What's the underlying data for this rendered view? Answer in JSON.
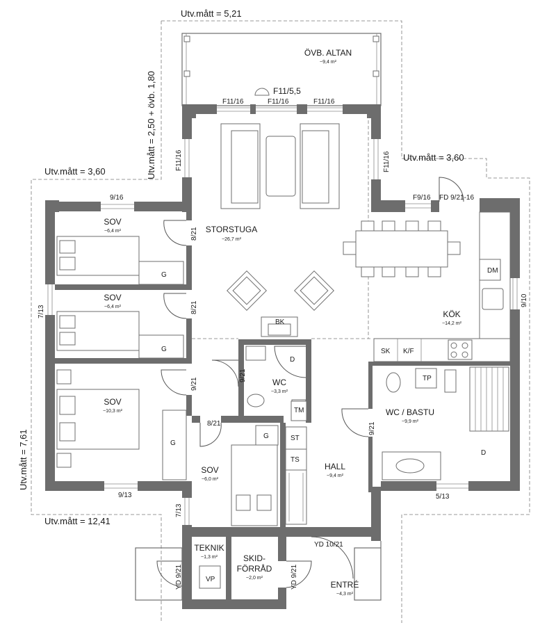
{
  "dimensions": {
    "top": "Utv.mått = 5,21",
    "left_vertical": "Utv.mått = 2,50 + övb. 1,80",
    "right_kitchen": "Utv.mått = 3,60",
    "left_wing": "Utv.mått = 3,60",
    "left_lower_vertical": "Utv.mått = 7,61",
    "bottom_left": "Utv.mått = 12,41"
  },
  "rooms": {
    "altan": {
      "name": "ÖVB. ALTAN",
      "area": "~9,4 m²"
    },
    "storstuga": {
      "name": "STORSTUGA",
      "area": "~26,7 m²"
    },
    "sov1": {
      "name": "SOV",
      "area": "~6,4 m²"
    },
    "sov2": {
      "name": "SOV",
      "area": "~6,4 m²"
    },
    "sov3": {
      "name": "SOV",
      "area": "~10,3 m²"
    },
    "sov4": {
      "name": "SOV",
      "area": "~6,0 m²"
    },
    "wc": {
      "name": "WC",
      "area": "~3,3 m²"
    },
    "kok": {
      "name": "KÖK",
      "area": "~14,2 m²"
    },
    "wcbastu": {
      "name": "WC / BASTU",
      "area": "~9,9 m²"
    },
    "hall": {
      "name": "HALL",
      "area": "~9,4 m²"
    },
    "teknik": {
      "name": "TEKNIK",
      "area": "~1,3 m²"
    },
    "skidforrad": {
      "name1": "SKID-",
      "name2": "FÖRRÅD",
      "area": "~2,0 m²"
    },
    "entre": {
      "name": "ENTRÉ",
      "area": "~4,3 m²"
    }
  },
  "openings": {
    "f11_5_5": "F11/5,5",
    "f11_16_a": "F11/16",
    "f11_16_b": "F11/16",
    "f11_16_c": "F11/16",
    "f11_16_left": "F11/16",
    "f11_16_right": "F11/16",
    "w9_16": "9/16",
    "d8_21_a": "8/21",
    "d8_21_b": "8/21",
    "w7_13_left": "7/13",
    "d9_21_sov": "9/21",
    "d9_21_wc": "9/21",
    "d8_21_sov4": "8/21",
    "w9_13": "9/13",
    "w7_13_bottom": "7/13",
    "f9_16": "F9/16",
    "fd": "FD 9/21-16",
    "w9_10": "9/10",
    "d9_21_bastu": "9/21",
    "w5_13": "5/13",
    "yd10_21": "YD 10/21",
    "yd9_21_teknik": "YD 9/21",
    "yd9_21_entre": "YD 9/21"
  },
  "fixtures": {
    "g1": "G",
    "g2": "G",
    "g3": "G",
    "g4": "G",
    "bk": "BK",
    "d_wc": "D",
    "tm": "TM",
    "st": "ST",
    "ts": "TS",
    "dm": "DM",
    "sk": "SK",
    "kf": "K/F",
    "tp": "TP",
    "d_bastu": "D",
    "vp": "VP"
  }
}
